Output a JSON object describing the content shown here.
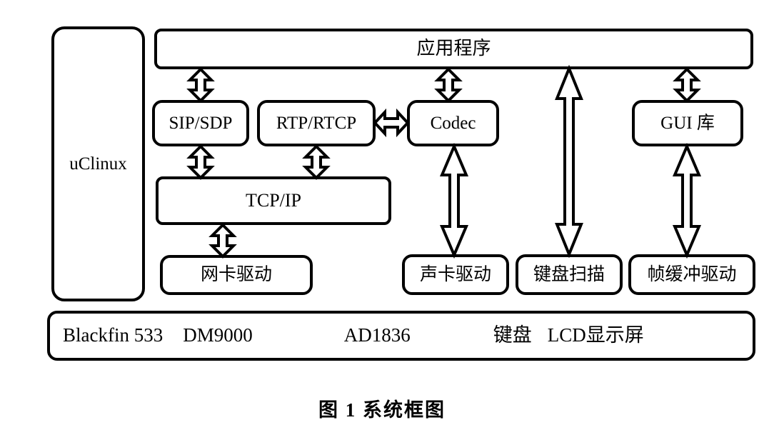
{
  "figure": {
    "caption": "图 1  系统框图",
    "background_color": "#ffffff",
    "line_color": "#000000"
  },
  "blocks": {
    "os": {
      "label": "uClinux"
    },
    "application": {
      "label": "应用程序"
    },
    "sip_sdp": {
      "label": "SIP/SDP"
    },
    "rtp_rtcp": {
      "label": "RTP/RTCP"
    },
    "codec": {
      "label": "Codec"
    },
    "gui_lib": {
      "label": "GUI 库"
    },
    "tcp_ip": {
      "label": "TCP/IP"
    },
    "nic_driver": {
      "label": "网卡驱动"
    },
    "sound_driver": {
      "label": "声卡驱动"
    },
    "keyboard_scan": {
      "label": "键盘扫描"
    },
    "framebuffer_driver": {
      "label": "帧缓冲驱动"
    }
  },
  "hardware": {
    "items": [
      {
        "label": "Blackfin 533"
      },
      {
        "label": "DM9000"
      },
      {
        "label": "AD1836"
      },
      {
        "label": "键盘"
      },
      {
        "label": "LCD显示屏"
      }
    ]
  },
  "connections": [
    {
      "from": "application",
      "to": "sip_sdp",
      "style": "double-arrow-vertical"
    },
    {
      "from": "application",
      "to": "codec",
      "style": "double-arrow-vertical"
    },
    {
      "from": "application",
      "to": "keyboard_scan",
      "style": "double-arrow-vertical"
    },
    {
      "from": "application",
      "to": "gui_lib",
      "style": "double-arrow-vertical"
    },
    {
      "from": "sip_sdp",
      "to": "tcp_ip",
      "style": "double-arrow-vertical"
    },
    {
      "from": "rtp_rtcp",
      "to": "tcp_ip",
      "style": "double-arrow-vertical"
    },
    {
      "from": "rtp_rtcp",
      "to": "codec",
      "style": "double-arrow-horizontal"
    },
    {
      "from": "tcp_ip",
      "to": "nic_driver",
      "style": "double-arrow-vertical"
    },
    {
      "from": "codec",
      "to": "sound_driver",
      "style": "double-arrow-vertical"
    },
    {
      "from": "gui_lib",
      "to": "framebuffer_driver",
      "style": "double-arrow-vertical"
    }
  ]
}
